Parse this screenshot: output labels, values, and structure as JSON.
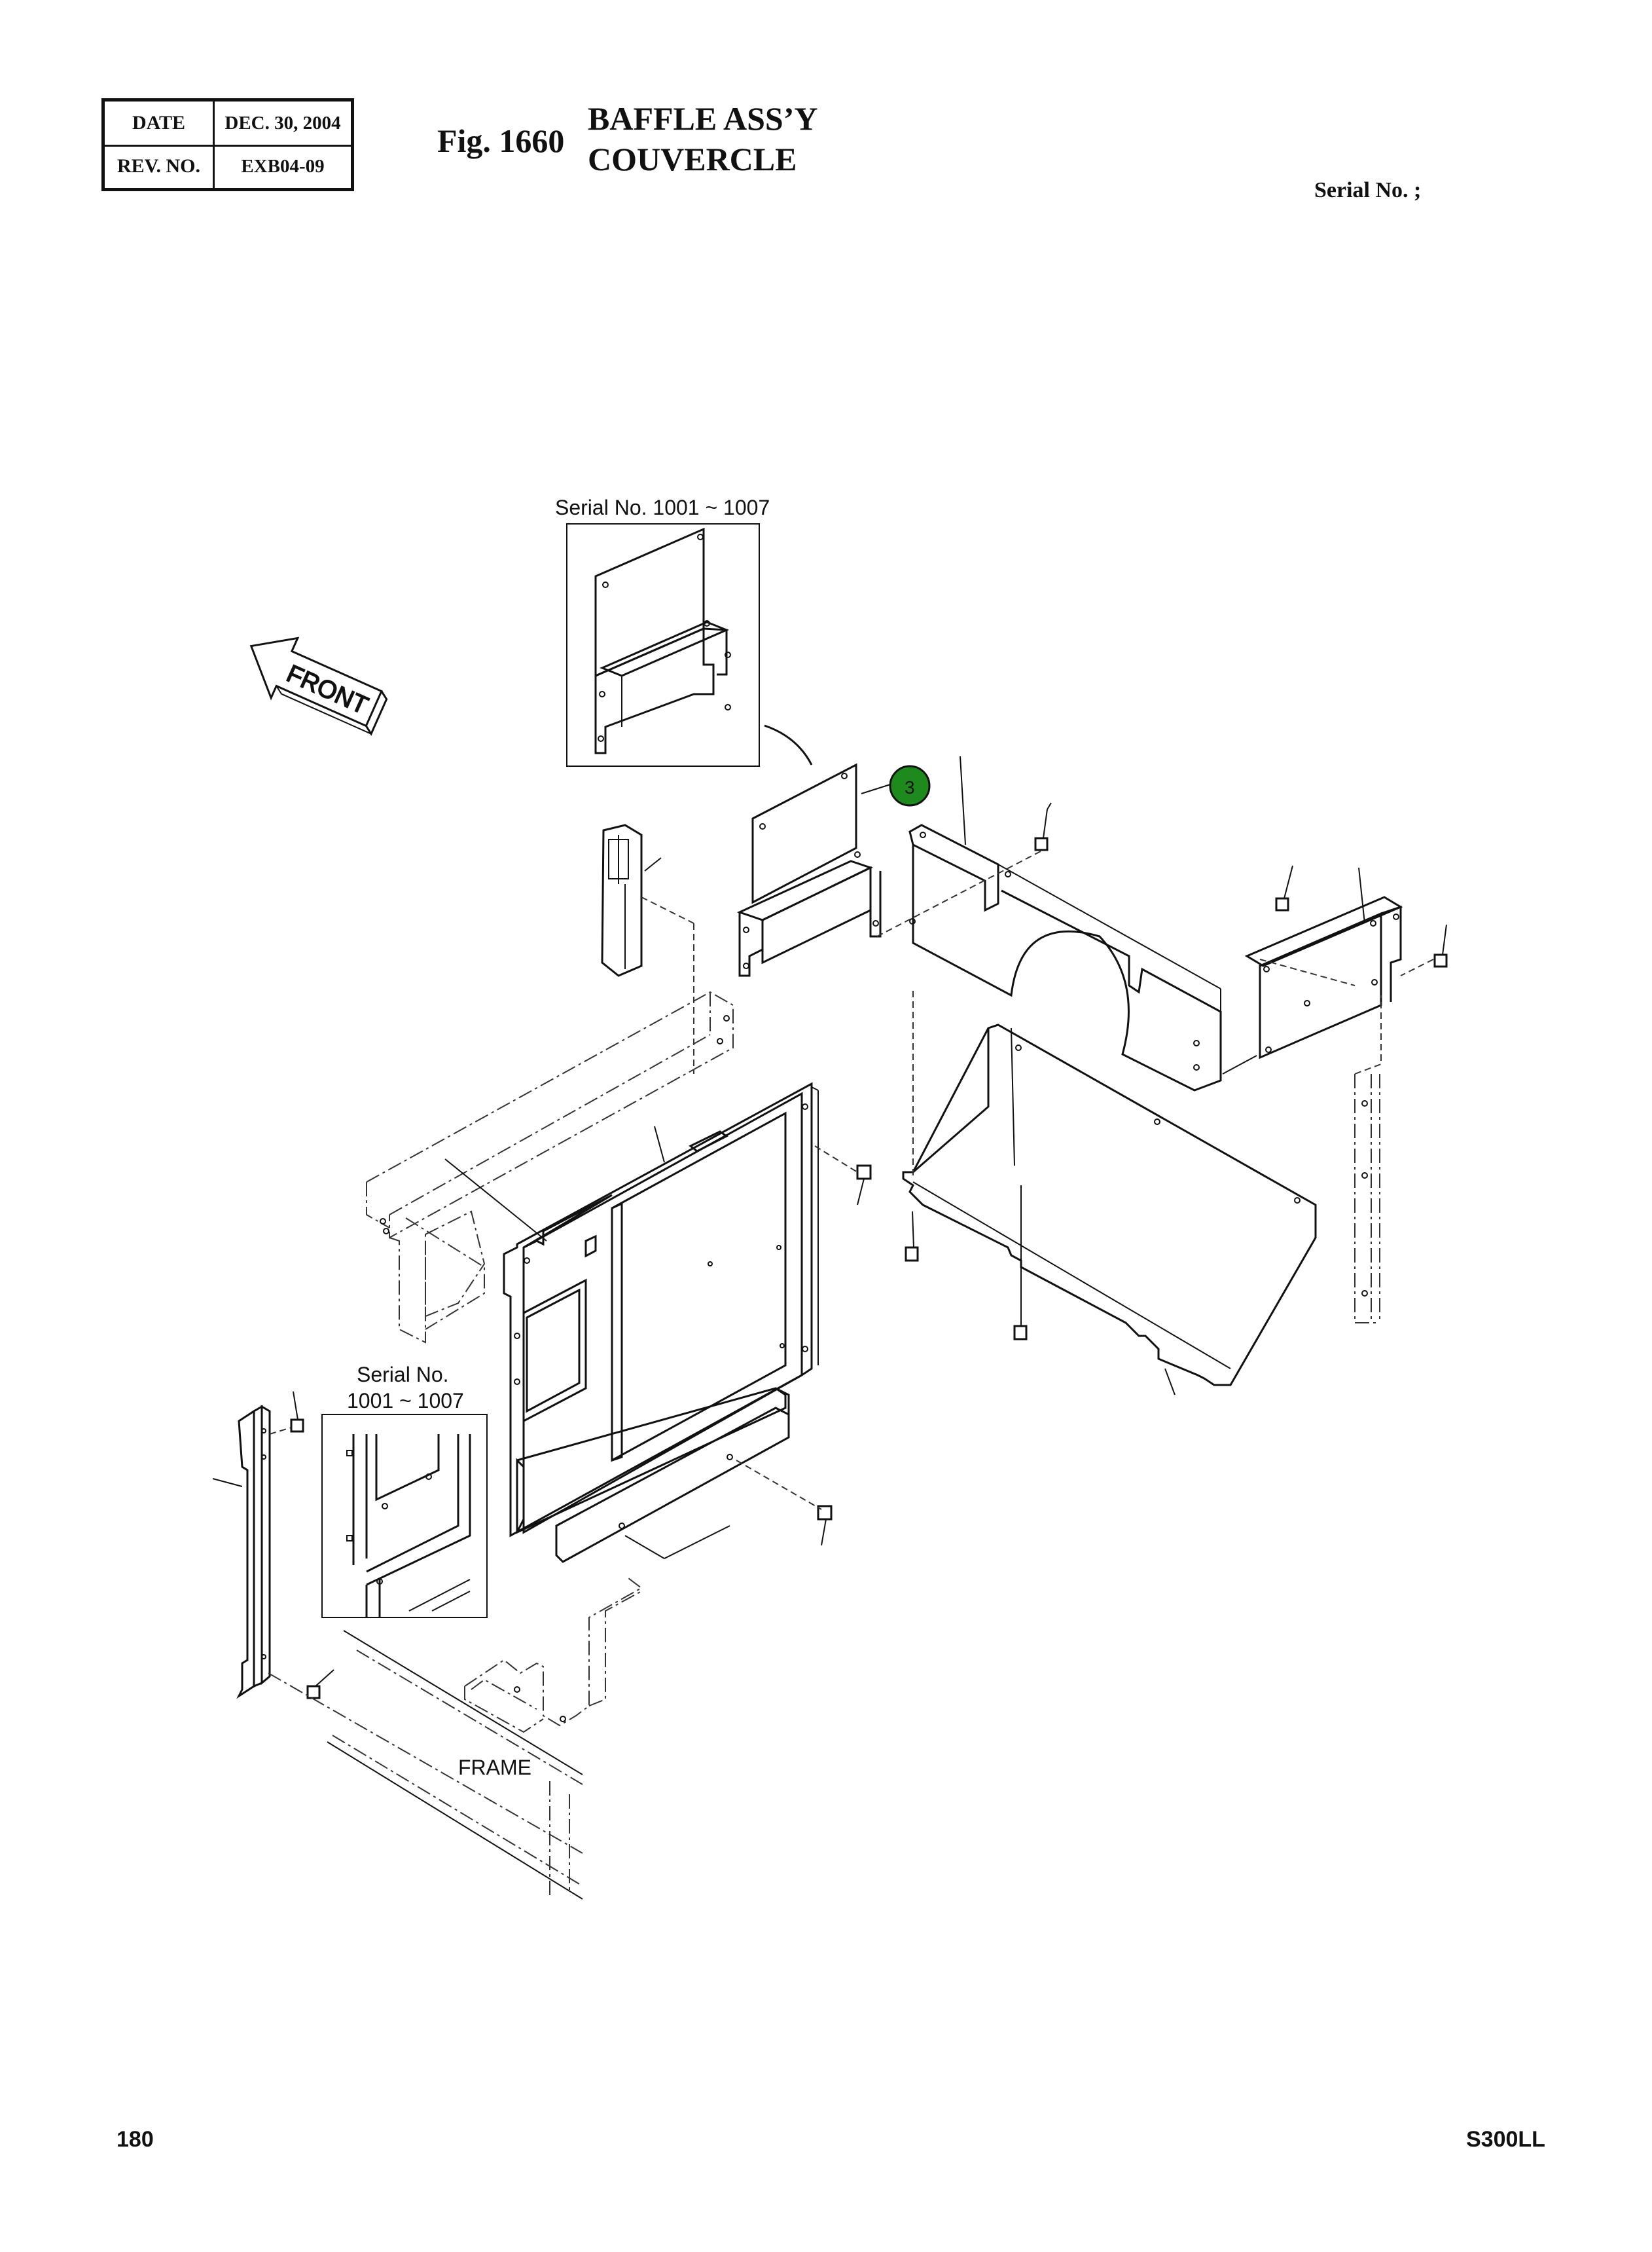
{
  "header": {
    "date_label": "DATE",
    "date_value": "DEC. 30, 2004",
    "rev_label": "REV. NO.",
    "rev_value": "EXB04-09",
    "fig_label": "Fig. 1660",
    "title_en": "BAFFLE ASS’Y",
    "title_fr": "COUVERCLE",
    "serial": "Serial No. ;"
  },
  "drawing": {
    "inset_top_label": "Serial No. 1001 ~ 1007",
    "inset_left_label_1": "Serial No.",
    "inset_left_label_2": "1001 ~ 1007",
    "front_label": "FRONT",
    "frame_label": "FRAME",
    "callout_number": "3",
    "colors": {
      "callout_fill": "#1e8a1e",
      "ink": "#111111"
    }
  },
  "footer": {
    "page_number": "180",
    "model": "S300LL"
  }
}
